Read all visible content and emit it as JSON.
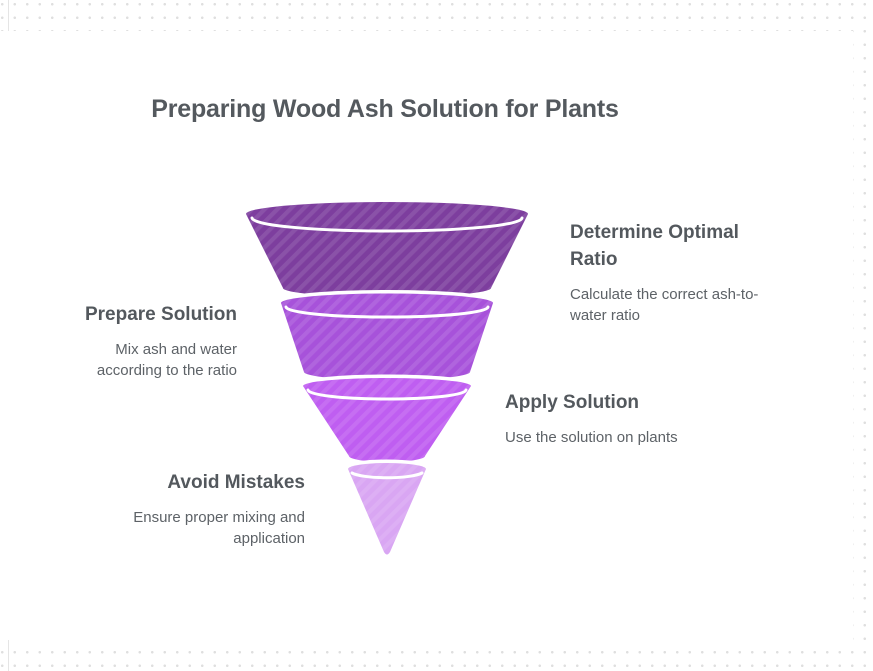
{
  "title": "Preparing Wood Ash Solution for Plants",
  "steps": [
    {
      "heading": "Determine Optimal Ratio",
      "description": "Calculate the correct ash-to-water ratio",
      "side": "right",
      "color": "#7d3e9e"
    },
    {
      "heading": "Prepare Solution",
      "description": "Mix ash and water according to the ratio",
      "side": "left",
      "color": "#a752da"
    },
    {
      "heading": "Apply Solution",
      "description": "Use the solution on plants",
      "side": "right",
      "color": "#bf5ef1"
    },
    {
      "heading": "Avoid Mistakes",
      "description": "Ensure proper mixing and application",
      "side": "left",
      "color": "#d9a6f3"
    }
  ],
  "canvas": {
    "background_dot_color": "#dfdfdf",
    "card_color": "#ffffff",
    "separator_color": "#ffffff"
  }
}
